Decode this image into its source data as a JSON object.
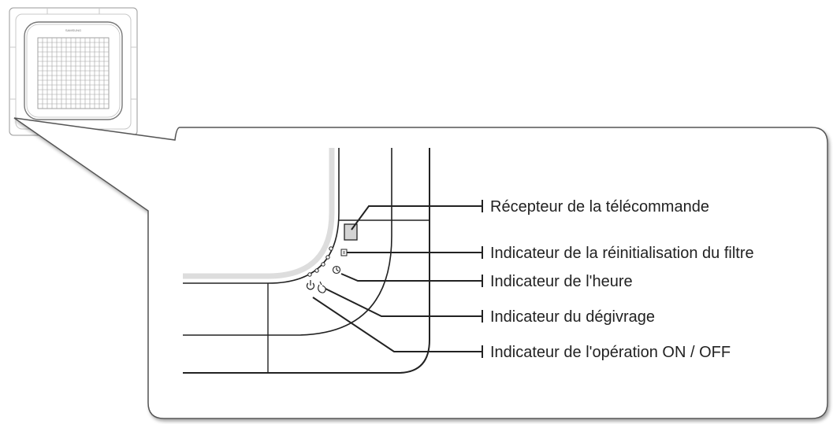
{
  "unit": {
    "brand": "SAMSUNG"
  },
  "labels": [
    {
      "id": "receiver",
      "text": "Récepteur de la télécommande"
    },
    {
      "id": "filter",
      "text": "Indicateur de la réinitialisation du filtre"
    },
    {
      "id": "timer",
      "text": "Indicateur de l'heure"
    },
    {
      "id": "defrost",
      "text": "Indicateur du dégivrage"
    },
    {
      "id": "power",
      "text": "Indicateur de l'opération ON / OFF"
    }
  ],
  "colors": {
    "line": "#222222",
    "bubble_border": "#555555",
    "bubble_fill": "#ffffff",
    "panel_gray": "#dddddd",
    "receiver_gray": "#d4d4d4"
  },
  "icons": [
    "power-icon",
    "defrost-icon",
    "timer-icon",
    "filter-icon"
  ]
}
